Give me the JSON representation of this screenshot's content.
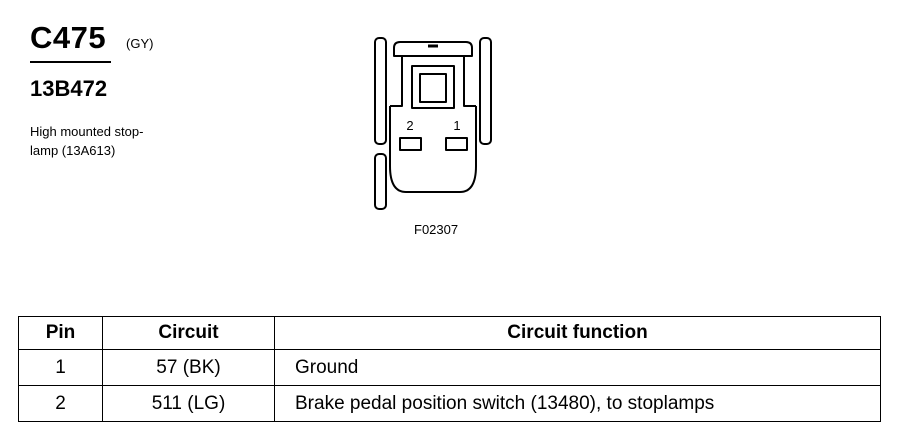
{
  "connector": {
    "id": "C475",
    "color": "(GY)",
    "part_number": "13B472",
    "description_lines": [
      "High mounted stop-",
      "lamp (13A613)"
    ]
  },
  "diagram": {
    "pin_labels": [
      "2",
      "1"
    ],
    "figure_code": "F02307"
  },
  "table": {
    "headers": [
      "Pin",
      "Circuit",
      "Circuit function"
    ],
    "rows": [
      [
        "1",
        "57 (BK)",
        "Ground"
      ],
      [
        "2",
        "511 (LG)",
        "Brake pedal position switch (13480), to stoplamps"
      ]
    ]
  }
}
